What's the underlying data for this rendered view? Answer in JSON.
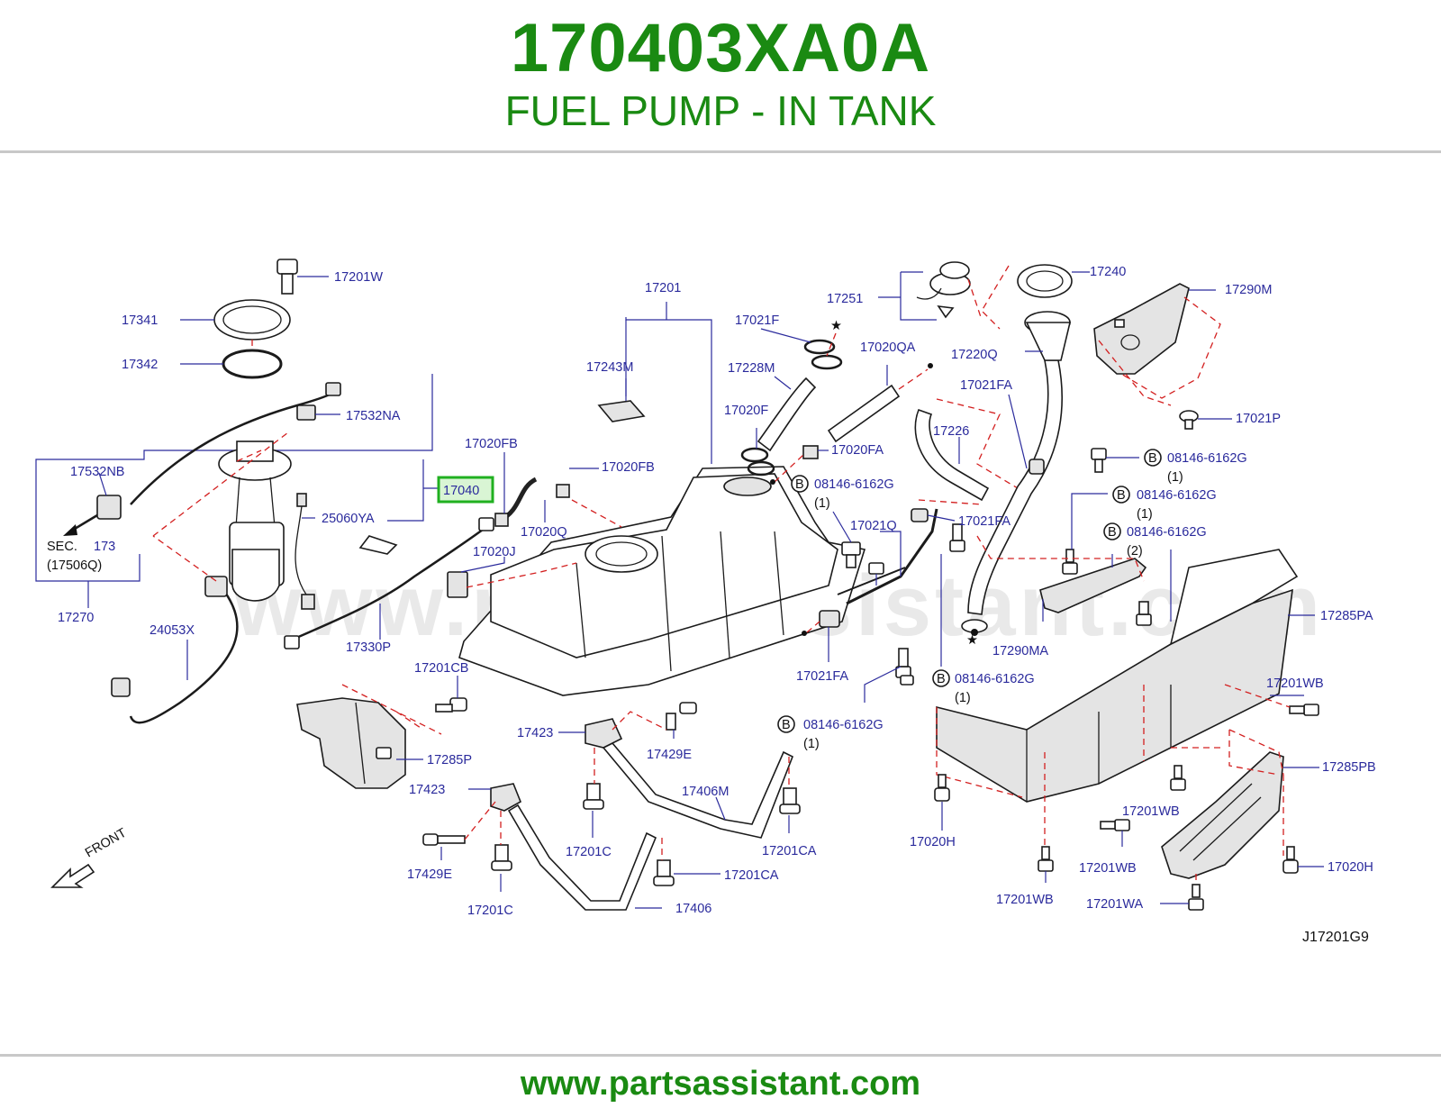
{
  "header": {
    "part_number": "170403XA0A",
    "part_name": "FUEL PUMP - IN TANK"
  },
  "watermark": "www.partsassistant.com",
  "footer": {
    "url": "www.partsassistant.com"
  },
  "diagram": {
    "code": "J17201G9",
    "front_label": "FRONT",
    "sec_label": "SEC.",
    "sec_number": "173",
    "sec_ref": "(17506Q)",
    "highlighted_part": "17040",
    "callouts": {
      "c17201W": "17201W",
      "c17341": "17341",
      "c17342": "17342",
      "c17532NA": "17532NA",
      "c17532NB": "17532NB",
      "c17040": "17040",
      "c25060YA": "25060YA",
      "c17270": "17270",
      "c24053X": "24053X",
      "c17020FB_a": "17020FB",
      "c17020FB_b": "17020FB",
      "c17020Q": "17020Q",
      "c17020J": "17020J",
      "c17330P": "17330P",
      "c17201": "17201",
      "c17243M": "17243M",
      "c17021F": "17021F",
      "c17228M": "17228M",
      "c17020F": "17020F",
      "c17020QA": "17020QA",
      "c17020FA": "17020FA",
      "c17251": "17251",
      "c17240": "17240",
      "c17220Q": "17220Q",
      "c17021FA_a": "17021FA",
      "c17021FA_b": "17021FA",
      "c17021FA_c": "17021FA",
      "c17226": "17226",
      "c17021Q": "17021Q",
      "c17290M": "17290M",
      "c17021P": "17021P",
      "c17290MA": "17290MA",
      "c17285PA": "17285PA",
      "c17201WB_a": "17201WB",
      "c17201WB_b": "17201WB",
      "c17201WB_c": "17201WB",
      "c17201WB_d": "17201WB",
      "c17285PB": "17285PB",
      "c17020H_a": "17020H",
      "c17020H_b": "17020H",
      "c17201WA": "17201WA",
      "c17201CB": "17201CB",
      "c17285P": "17285P",
      "c17423_a": "17423",
      "c17423_b": "17423",
      "c17429E_a": "17429E",
      "c17429E_b": "17429E",
      "c17406M": "17406M",
      "c17406": "17406",
      "c17201C_a": "17201C",
      "c17201C_b": "17201C",
      "c17201CA_a": "17201CA",
      "c17201CA_b": "17201CA",
      "bolt_1": "08146-6162G",
      "bolt_2": "08146-6162G",
      "bolt_3": "08146-6162G",
      "bolt_4": "08146-6162G",
      "bolt_5": "08146-6162G",
      "bolt_6": "08146-6162G",
      "qty_1": "(1)",
      "qty_2": "(1)",
      "qty_3": "(1)",
      "qty_4": "(2)",
      "qty_5": "(1)",
      "qty_6": "(1)",
      "b_marker": "B"
    }
  },
  "colors": {
    "title_green": "#1a8a12",
    "label_blue": "#2a2a9c",
    "dash_red": "#d32020",
    "highlight_green": "#20b020"
  }
}
